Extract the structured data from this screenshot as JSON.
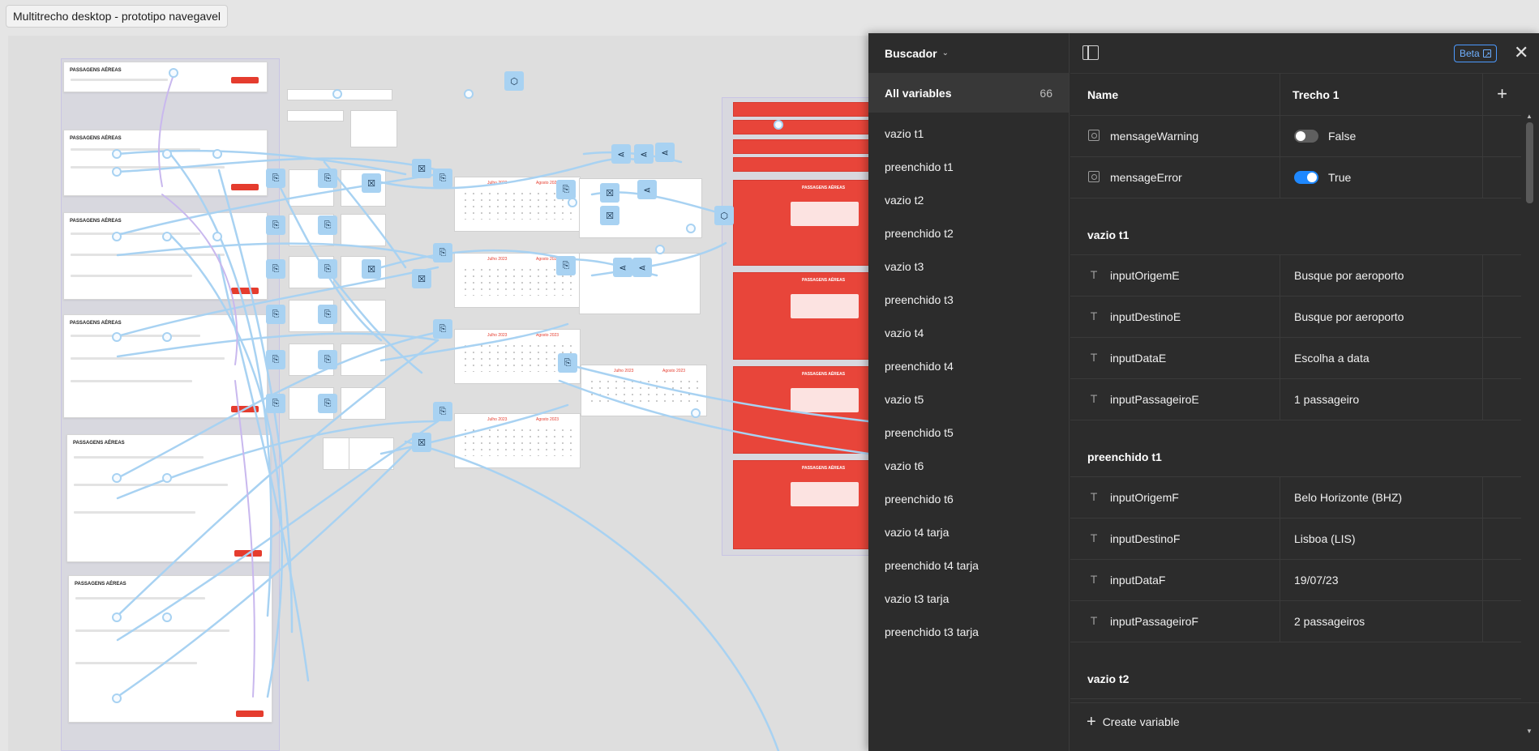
{
  "canvas": {
    "frame_title": "Multitrecho desktop - prototipo navegavel",
    "mock_title": "PASSAGENS AÉREAS",
    "calendar_month_a": "Julho 2023",
    "calendar_month_b": "Agosto 2023"
  },
  "panel": {
    "collection_name": "Buscador",
    "all_variables_label": "All variables",
    "all_variables_count": "66",
    "groups": [
      "vazio t1",
      "preenchido t1",
      "vazio t2",
      "preenchido t2",
      "vazio t3",
      "preenchido t3",
      "vazio t4",
      "preenchido t4",
      "vazio t5",
      "preenchido t5",
      "vazio t6",
      "preenchido t6",
      "vazio t4 tarja",
      "preenchido t4 tarja",
      "vazio t3 tarja",
      "preenchido t3 tarja"
    ],
    "beta_label": "Beta",
    "column_name": "Name",
    "column_mode": "Trecho 1",
    "rows_top": [
      {
        "name": "mensageWarning",
        "value": "False",
        "type": "boolean",
        "on": false
      },
      {
        "name": "mensageError",
        "value": "True",
        "type": "boolean",
        "on": true
      }
    ],
    "group_vazio_t1": "vazio t1",
    "rows_vazio_t1": [
      {
        "name": "inputOrigemE",
        "value": "Busque por aeroporto"
      },
      {
        "name": "inputDestinoE",
        "value": "Busque por aeroporto"
      },
      {
        "name": "inputDataE",
        "value": "Escolha a data"
      },
      {
        "name": "inputPassageiroE",
        "value": "1 passageiro"
      }
    ],
    "group_preenchido_t1": "preenchido t1",
    "rows_preenchido_t1": [
      {
        "name": "inputOrigemF",
        "value": "Belo Horizonte (BHZ)"
      },
      {
        "name": "inputDestinoF",
        "value": "Lisboa (LIS)"
      },
      {
        "name": "inputDataF",
        "value": "19/07/23"
      },
      {
        "name": "inputPassageiroF",
        "value": "2 passageiros"
      }
    ],
    "group_vazio_t2": "vazio t2",
    "create_variable_label": "Create variable"
  },
  "colors": {
    "panel_bg": "#2c2c2c",
    "accent_blue": "#1e88ff",
    "brand_red": "#e8453a",
    "wire_blue": "#a8d2f2"
  }
}
